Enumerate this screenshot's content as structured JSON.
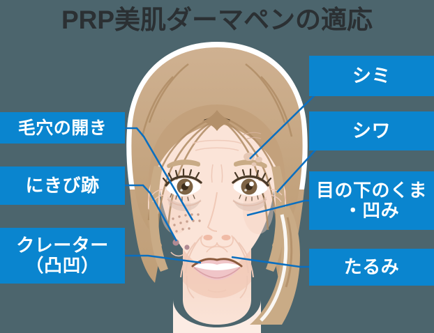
{
  "page": {
    "title": "PRP美肌ダーマペンの適応",
    "background_color": "#4c656d",
    "accent_color": "#0a85cf",
    "title_color": "#2b3033",
    "label_text_color": "#ffffff"
  },
  "illustration": {
    "name": "woman-face-front-illustration",
    "hair_color": "#c9ab86",
    "hair_shadow_color": "#b2906a",
    "skin_color": "#fbe4d8",
    "skin_shade_color": "#f3cfc0",
    "lip_color": "#eec0c4",
    "eye_color": "#7d6344",
    "line_color": "#0a6fc0"
  },
  "labels": {
    "left": [
      {
        "id": "pores",
        "text": "毛穴の開き"
      },
      {
        "id": "acne",
        "text": "にきび跡"
      },
      {
        "id": "crater",
        "text": "クレーター\n（凸凹）"
      }
    ],
    "right": [
      {
        "id": "spots",
        "text": "シミ"
      },
      {
        "id": "wrinkle",
        "text": "シワ"
      },
      {
        "id": "darkcircle",
        "text": "目の下のくま\n・凹み"
      },
      {
        "id": "sagging",
        "text": "たるみ"
      }
    ]
  }
}
